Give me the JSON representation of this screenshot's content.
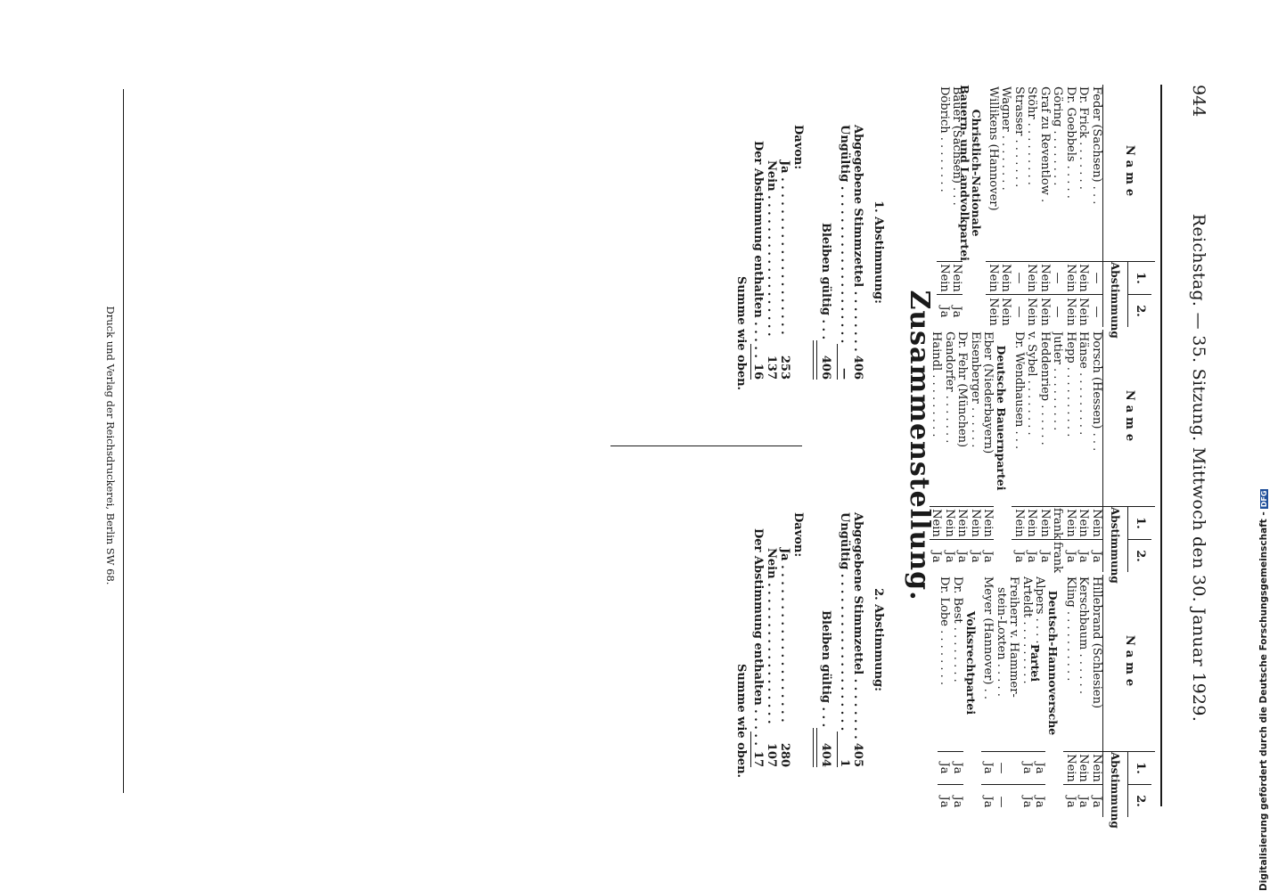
{
  "header": {
    "page_number": "944",
    "running_title": "Reichstag. — 35. Sitzung. Mittwoch den 30. Januar 1929."
  },
  "table_header": {
    "name": "Name",
    "col1": "1.",
    "col2": "2.",
    "vote": "Abstimmung"
  },
  "column1": {
    "rows": [
      {
        "name": "Feder (Sachsen) . . .",
        "v1": "—",
        "v2": "—"
      },
      {
        "name": "Dr. Frick . . . . . . .",
        "v1": "Nein",
        "v2": "Nein"
      },
      {
        "name": "Dr. Goebbels . . . . .",
        "v1": "Nein",
        "v2": "Nein"
      },
      {
        "name": "Göring . . . . . . . .",
        "v1": "—",
        "v2": "—"
      },
      {
        "name": "Graf zu Reventlow .",
        "v1": "Nein",
        "v2": "Nein"
      },
      {
        "name": "Stöhr . . . . . . . . .",
        "v1": "Nein",
        "v2": "Nein"
      },
      {
        "name": "Strasser . . . . . . .",
        "v1": "—",
        "v2": "—"
      },
      {
        "name": "Wagner . . . . . . . .",
        "v1": "Nein",
        "v2": "Nein"
      },
      {
        "name": "Willikens (Hannover)",
        "v1": "Nein",
        "v2": "Nein"
      }
    ],
    "group_title": "Christlich-Nationale Bauern- und Landvolkpartei",
    "group_rows": [
      {
        "name": "Bauer (Sachsen) . . .",
        "v1": "Nein",
        "v2": "Ja"
      },
      {
        "name": "Döbrich . . . . . . . .",
        "v1": "Nein",
        "v2": "Ja"
      }
    ]
  },
  "column2": {
    "rows": [
      {
        "name": "Dorsch (Hessen) . . .",
        "v1": "Nein",
        "v2": "Ja"
      },
      {
        "name": "Hänse . . . . . . . . .",
        "v1": "Nein",
        "v2": "Ja"
      },
      {
        "name": "Hepp . . . . . . . . . .",
        "v1": "Nein",
        "v2": "Ja"
      },
      {
        "name": "Jutier . . . . . . . . .",
        "v1": "frank",
        "v2": "frank"
      },
      {
        "name": "Heddenriep . . . . . .",
        "v1": "Nein",
        "v2": "Ja"
      },
      {
        "name": "v. Sybel . . . . . . . .",
        "v1": "Nein",
        "v2": "Ja"
      },
      {
        "name": "Dr. Wendhausen . . .",
        "v1": "Nein",
        "v2": "Ja"
      }
    ],
    "group_title": "Deutsche Bauernpartei",
    "group_rows": [
      {
        "name": "Eber (Niederbayern)",
        "v1": "Nein",
        "v2": "Ja"
      },
      {
        "name": "Eisenberger . . . . . .",
        "v1": "Nein",
        "v2": "Ja"
      },
      {
        "name": "Dr. Fehr (München)",
        "v1": "Nein",
        "v2": "Ja"
      },
      {
        "name": "Gandorfer . . . . . . .",
        "v1": "Nein",
        "v2": "Ja"
      },
      {
        "name": "Haindl . . . . . . . . .",
        "v1": "Nein",
        "v2": "Ja"
      }
    ]
  },
  "column3": {
    "rows": [
      {
        "name": "Hillebrand (Schlesien)",
        "v1": "Nein",
        "v2": "Ja"
      },
      {
        "name": "Kerschbaum . . . . . .",
        "v1": "Nein",
        "v2": "Ja"
      },
      {
        "name": "Kling . . . . . . . . . .",
        "v1": "Nein",
        "v2": "Ja"
      }
    ],
    "group_title": "Deutsch-Hannoversche Partei",
    "group_rows": [
      {
        "name": "Alpers . . . . . . . . .",
        "v1": "Ja",
        "v2": "Ja"
      },
      {
        "name": "Arteldt . . . . . . . . .",
        "v1": "Ja",
        "v2": "Ja"
      },
      {
        "name": "Freiherr v. Hammer-",
        "v1": "",
        "v2": ""
      },
      {
        "name": "stein-Loxten . . . . .",
        "v1": "—",
        "v2": "—"
      },
      {
        "name": "Meyer (Hannover) . .",
        "v1": "Ja",
        "v2": "Ja"
      }
    ],
    "group2_title": "Volksrechtpartei",
    "group2_rows": [
      {
        "name": "Dr. Best . . . . . . . .",
        "v1": "Ja",
        "v2": "Ja"
      },
      {
        "name": "Dr. Lobe . . . . . . . .",
        "v1": "Ja",
        "v2": "Ja"
      }
    ]
  },
  "summary_title": "Zusammenstellung.",
  "summary1": {
    "title": "1. Abstimmung:",
    "cast_label": "Abgegebene Stimmzettel . . . . . . . .",
    "cast_value": "406",
    "invalid_label": "Ungültig . . . . . . . . . . . . . . . . . . . .",
    "invalid_value": "—",
    "valid_label": "Bleiben gültig . . .",
    "valid_value": "406",
    "of_which": "Davon:",
    "yes_label": "Ja . . . . . . . . . . . . . . . . . . . .",
    "yes_value": "253",
    "no_label": "Nein . . . . . . . . . . . . . . . . . .",
    "no_value": "137",
    "abstain_label": "Der Abstimmung enthalten . . . . .",
    "abstain_value": "16",
    "total_label": "Summe wie oben."
  },
  "summary2": {
    "title": "2. Abstimmung:",
    "cast_label": "Abgegebene Stimmzettel . . . . . . . .",
    "cast_value": "405",
    "invalid_label": "Ungültig . . . . . . . . . . . . . . . . . . . .",
    "invalid_value": "1",
    "valid_label": "Bleiben gültig . . .",
    "valid_value": "404",
    "of_which": "Davon:",
    "yes_label": "Ja . . . . . . . . . . . . . . . . . . . .",
    "yes_value": "280",
    "no_label": "Nein . . . . . . . . . . . . . . . . . .",
    "no_value": "107",
    "abstain_label": "Der Abstimmung enthalten . . . . .",
    "abstain_value": "17",
    "total_label": "Summe wie oben."
  },
  "footer": "Druck und Verlag der Reichsdruckerei, Berlin SW 68.",
  "digitization_note": "Digitalisierung gefördert durch die Deutsche Forschungsgemeinschaft -",
  "dfg_logo": "DFG"
}
